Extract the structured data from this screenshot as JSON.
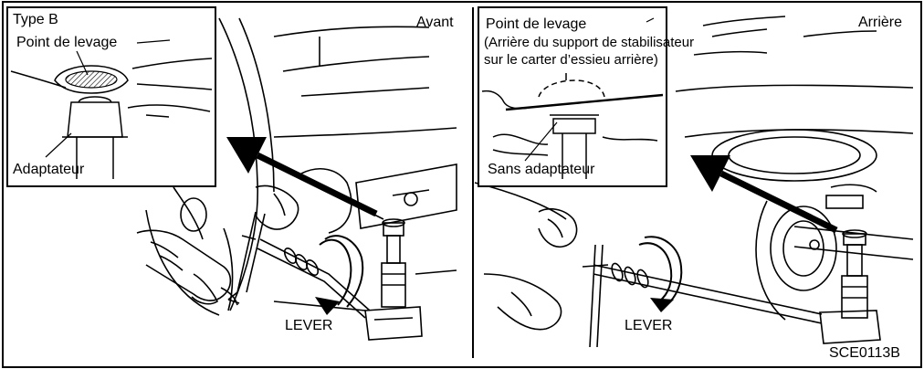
{
  "left_panel": {
    "position_label": "Avant",
    "inset": {
      "type_label": "Type B",
      "lifting_point": "Point de levage",
      "adapter": "Adaptateur"
    },
    "lever_label": "LEVER"
  },
  "right_panel": {
    "position_label": "Arrière",
    "inset": {
      "lifting_point": "Point de levage",
      "note_line1": "(Arrière du support de stabilisateur",
      "note_line2": "sur le carter d’essieu arrière)",
      "no_adapter": "Sans adaptateur"
    },
    "lever_label": "LEVER"
  },
  "figure_code": "SCE0113B"
}
